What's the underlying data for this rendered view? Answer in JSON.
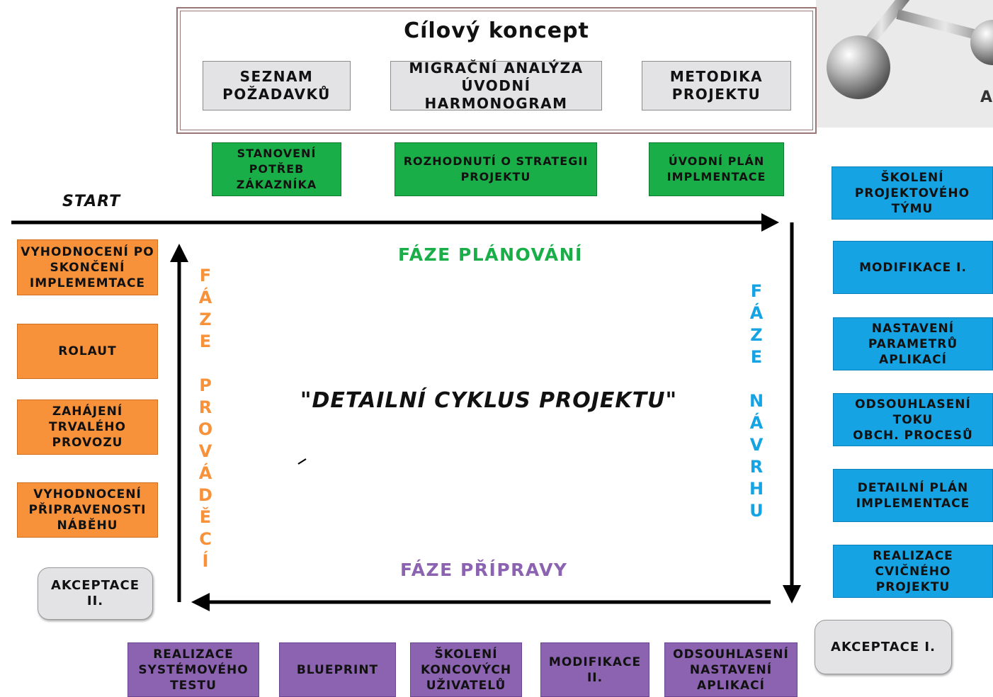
{
  "header": {
    "title": "Cílový koncept"
  },
  "top_boxes": [
    "SEZNAM\nPOŽADAVKŮ",
    "MIGRAČNÍ ANALÝZA\nÚVODNÍ HARMONOGRAM",
    "METODIKA\nPROJEKTU"
  ],
  "green_boxes": [
    "STANOVENÍ\nPOTŘEB\nZÁKAZNÍKA",
    "ROZHODNUTÍ O STRATEGII\nPROJEKTU",
    "ÚVODNÍ PLÁN\nIMPLMENTACE"
  ],
  "start_label": "START",
  "center_label": "\"DETAILNÍ CYKLUS PROJEKTU\"",
  "phases": {
    "planning": "FÁZE PLÁNOVÁNÍ",
    "preparation": "FÁZE PŘÍPRAVY",
    "execution": "F\nÁ\nZ\nE\n\nP\nR\nO\nV\nÁ\nD\nĚ\nC\nÍ",
    "design": "F\nÁ\nZ\nE\n\nN\nÁ\nV\nR\nH\nU"
  },
  "blue_boxes": [
    "ŠKOLENÍ\nPROJEKTOVÉHO TÝMU",
    "MODIFIKACE I.",
    "NASTAVENÍ\nPARAMETRŮ APLIKACÍ",
    "ODSOUHLASENÍ TOKU\nOBCH. PROCESŮ",
    "DETAILNÍ PLÁN\nIMPLEMENTACE",
    "REALIZACE CVIČNÉHO\nPROJEKTU"
  ],
  "orange_boxes": [
    "VYHODNOCENÍ PO\nSKONČENÍ\nIMPLEMEMTACE",
    "ROLAUT",
    "ZAHÁJENÍ\nTRVALÉHO\nPROVOZU",
    "VYHODNOCENÍ\nPŘIPRAVENOSTI\nNÁBĚHU"
  ],
  "purple_boxes": [
    "REALIZACE\nSYSTÉMOVÉHO\nTESTU",
    "BLUEPRINT",
    "ŠKOLENÍ\nKONCOVÝCH\nUŽIVATELŮ",
    "MODIFIKACE\nII.",
    "ODSOUHLASENÍ\nNASTAVENÍ\nAPLIKACÍ"
  ],
  "acceptance": {
    "first": "AKCEPTACE I.",
    "second": "AKCEPTACE\nII."
  },
  "logo": {
    "letter": "A"
  },
  "colors": {
    "green_phase": "#1aae48",
    "blue_phase": "#15a3e3",
    "orange_phase": "#f7923b",
    "purple_phase": "#8b63b0"
  }
}
